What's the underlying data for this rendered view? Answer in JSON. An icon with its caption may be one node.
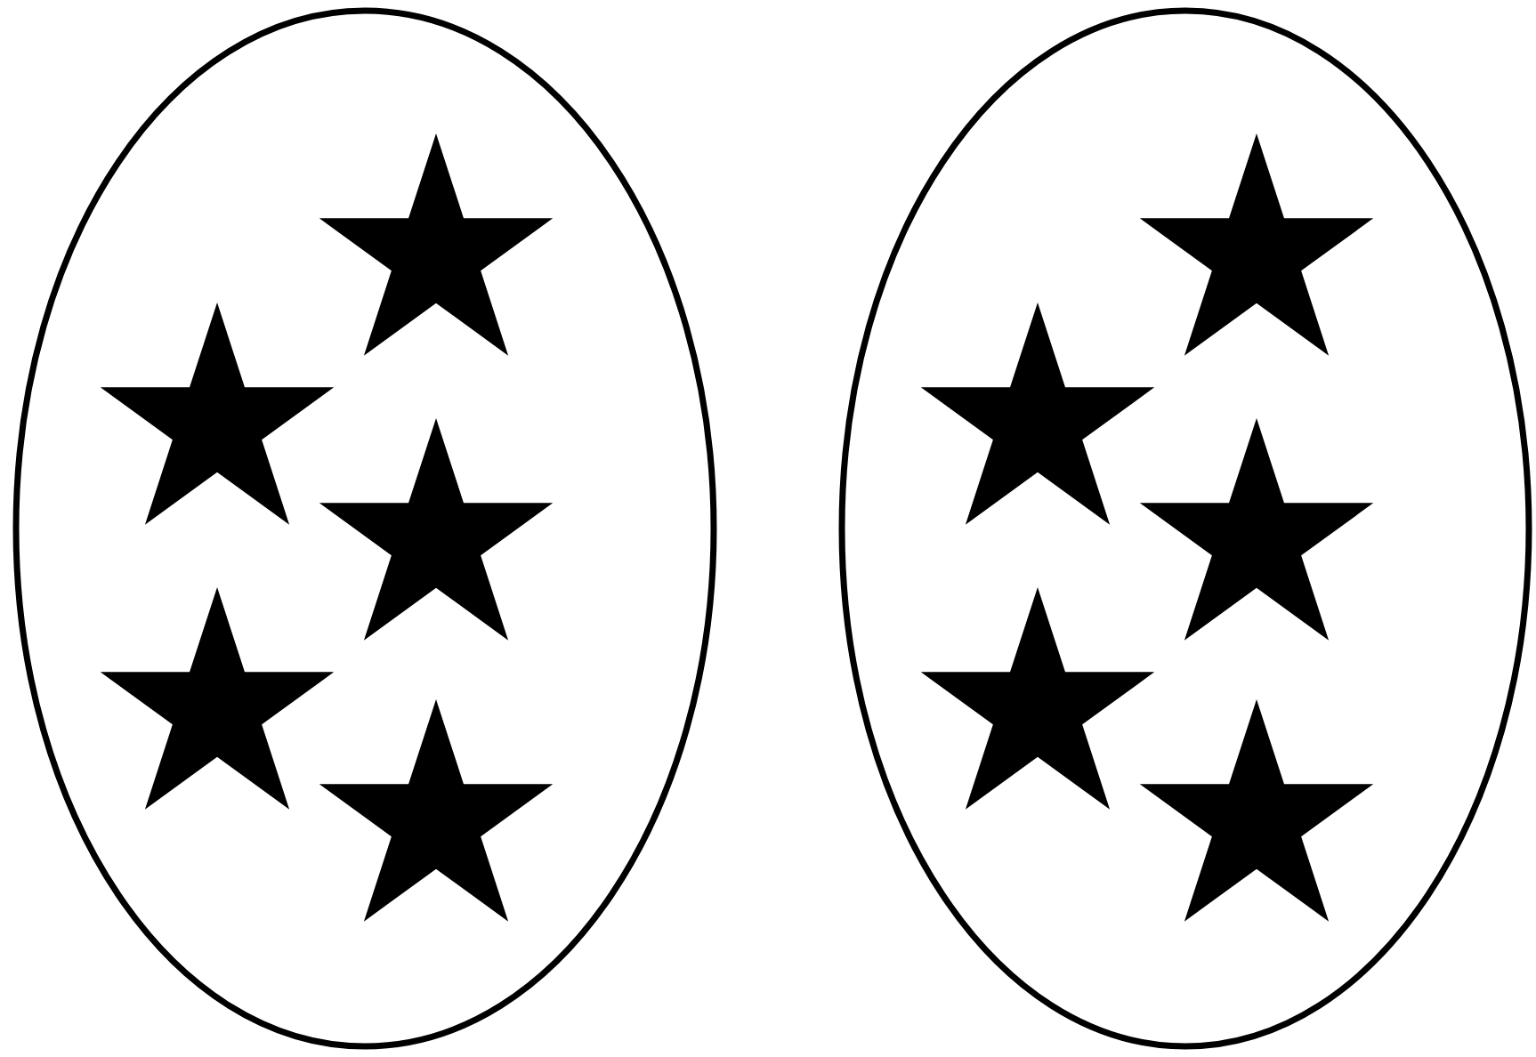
{
  "diagram": {
    "nodes": [
      {
        "text": [],
        "shape": "ellipse"
      },
      {
        "text": [],
        "shape": "star",
        "in": 0
      },
      {
        "text": [],
        "shape": "star",
        "in": 0
      },
      {
        "text": [],
        "shape": "star",
        "in": 0
      },
      {
        "text": [],
        "shape": "star",
        "in": 0
      },
      {
        "text": [],
        "shape": "star",
        "in": 0
      },
      {
        "text": [],
        "shape": "ellipse"
      },
      {
        "text": [],
        "shape": "star",
        "in": 6
      },
      {
        "text": [],
        "shape": "star",
        "in": 6
      },
      {
        "text": [],
        "shape": "star",
        "in": 6
      },
      {
        "text": [],
        "shape": "star",
        "in": 6
      },
      {
        "text": [],
        "shape": "star",
        "in": 6
      }
    ]
  }
}
